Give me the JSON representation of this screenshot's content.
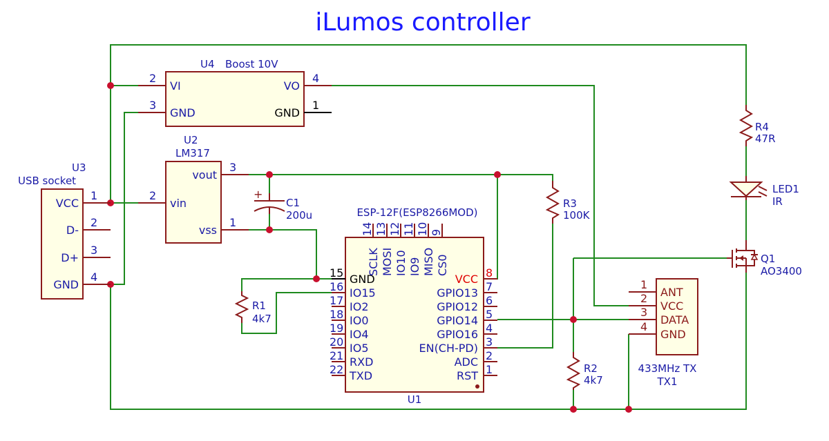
{
  "title": "iLumos controller",
  "u4": {
    "ref": "U4",
    "value": "Boost 10V",
    "pins": {
      "vi": "VI",
      "vi_num": "2",
      "gnd": "GND",
      "gnd_num": "3",
      "vo": "VO",
      "vo_num": "4",
      "gnd2": "GND",
      "gnd2_num": "1"
    }
  },
  "u2": {
    "ref": "U2",
    "value": "LM317",
    "pins": {
      "vout": "vout",
      "vout_num": "3",
      "vin": "vin",
      "vin_num": "2",
      "vss": "vss",
      "vss_num": "1"
    }
  },
  "u3": {
    "ref": "U3",
    "value": "USB socket",
    "pins": [
      {
        "name": "VCC",
        "num": "1"
      },
      {
        "name": "D-",
        "num": "2"
      },
      {
        "name": "D+",
        "num": "3"
      },
      {
        "name": "GND",
        "num": "4"
      }
    ]
  },
  "c1": {
    "ref": "C1",
    "value": "200u",
    "plus": "+"
  },
  "u1": {
    "ref": "U1",
    "value": "ESP-12F(ESP8266MOD)",
    "top_pins": [
      {
        "name": "SCLK",
        "num": "14"
      },
      {
        "name": "MOSI",
        "num": "13"
      },
      {
        "name": "IO10",
        "num": "12"
      },
      {
        "name": "IO9",
        "num": "11"
      },
      {
        "name": "MISO",
        "num": "10"
      },
      {
        "name": "CS0",
        "num": "9"
      }
    ],
    "left_pins": [
      {
        "name": "GND",
        "num": "15"
      },
      {
        "name": "IO15",
        "num": "16"
      },
      {
        "name": "IO2",
        "num": "17"
      },
      {
        "name": "IO0",
        "num": "18"
      },
      {
        "name": "IO4",
        "num": "19"
      },
      {
        "name": "IO5",
        "num": "20"
      },
      {
        "name": "RXD",
        "num": "21"
      },
      {
        "name": "TXD",
        "num": "22"
      }
    ],
    "right_pins": [
      {
        "name": "VCC",
        "num": "8"
      },
      {
        "name": "GPIO13",
        "num": "7"
      },
      {
        "name": "GPIO12",
        "num": "6"
      },
      {
        "name": "GPIO14",
        "num": "5"
      },
      {
        "name": "GPIO16",
        "num": "4"
      },
      {
        "name": "EN(CH-PD)",
        "num": "3"
      },
      {
        "name": "ADC",
        "num": "2"
      },
      {
        "name": "RST",
        "num": "1"
      }
    ]
  },
  "r1": {
    "ref": "R1",
    "value": "4k7"
  },
  "r2": {
    "ref": "R2",
    "value": "4k7"
  },
  "r3": {
    "ref": "R3",
    "value": "100K"
  },
  "r4": {
    "ref": "R4",
    "value": "47R"
  },
  "led1": {
    "ref": "LED1",
    "value": "IR"
  },
  "q1": {
    "ref": "Q1",
    "value": "AO3400"
  },
  "tx1": {
    "ref": "TX1",
    "value": "433MHz TX",
    "pins": [
      {
        "name": "ANT",
        "num": "1"
      },
      {
        "name": "VCC",
        "num": "2"
      },
      {
        "name": "DATA",
        "num": "3"
      },
      {
        "name": "GND",
        "num": "4"
      }
    ]
  },
  "colors": {
    "wire": "#1e8a1e",
    "component": "#8b1a1a",
    "junction": "#c8102e",
    "label": "#1a1aa6",
    "title": "#1a1aff"
  }
}
